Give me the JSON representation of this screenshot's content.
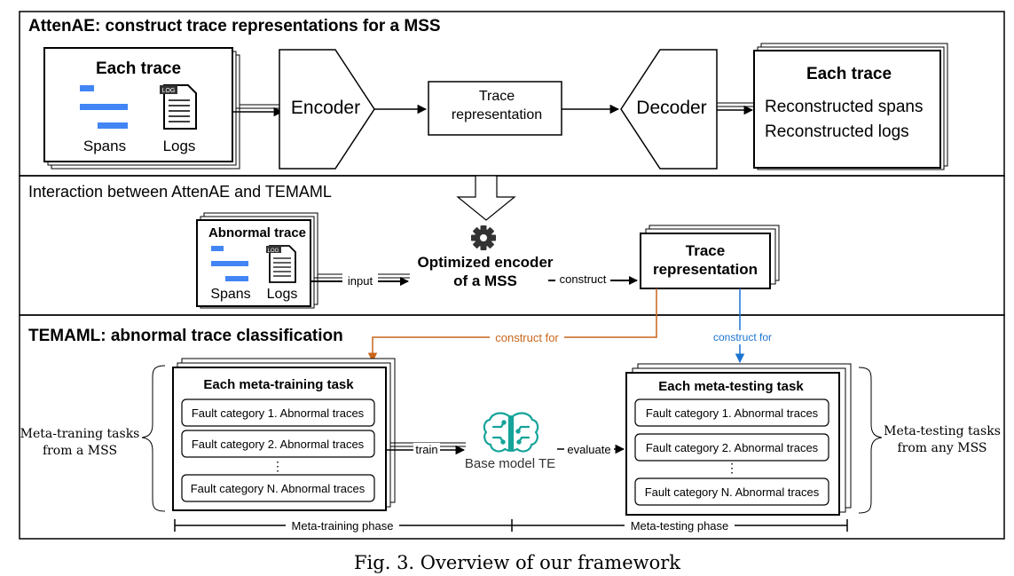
{
  "sections": {
    "attenae_title": "AttenAE: construct trace representations for a MSS",
    "interaction_title": "Interaction between AttenAE and TEMAML",
    "temaml_title": "TEMAML: abnormal trace classification"
  },
  "attenae": {
    "input_title": "Each trace",
    "spans_label": "Spans",
    "logs_label": "Logs",
    "encoder_label": "Encoder",
    "trace_rep_line1": "Trace",
    "trace_rep_line2": "representation",
    "decoder_label": "Decoder",
    "output_title": "Each trace",
    "output_line1": "Reconstructed spans",
    "output_line2": "Reconstructed logs",
    "log_badge": "LOG"
  },
  "interaction": {
    "abnormal_title": "Abnormal trace",
    "spans_label": "Spans",
    "logs_label": "Logs",
    "log_badge": "LOG",
    "input_label": "input",
    "encoder_line1": "Optimized encoder",
    "encoder_line2": "of a MSS",
    "construct_label": "construct",
    "trace_rep_line1": "Trace",
    "trace_rep_line2": "representation"
  },
  "temaml": {
    "construct_for_orange": "construct for",
    "construct_for_blue": "construct for",
    "training_task_title": "Each meta-training task",
    "testing_task_title": "Each meta-testing task",
    "fault_cat_1": "Fault category 1. Abnormal traces",
    "fault_cat_2": "Fault category 2. Abnormal traces",
    "fault_cat_n": "Fault category N. Abnormal traces",
    "ellipsis": "⋮",
    "train_label": "train",
    "evaluate_label": "evaluate",
    "base_model_label": "Base model TE",
    "left_brace_line1": "Meta-traning tasks",
    "left_brace_line2": "from a MSS",
    "right_brace_line1": "Meta-testing tasks",
    "right_brace_line2": "from any  MSS",
    "training_phase": "Meta-training phase",
    "testing_phase": "Meta-testing phase"
  },
  "caption": "Fig. 3.  Overview of our framework",
  "colors": {
    "orange": "#c8651b",
    "blue": "#1a73d0",
    "span_blue": "#4285f4",
    "teal": "#15a39a"
  }
}
